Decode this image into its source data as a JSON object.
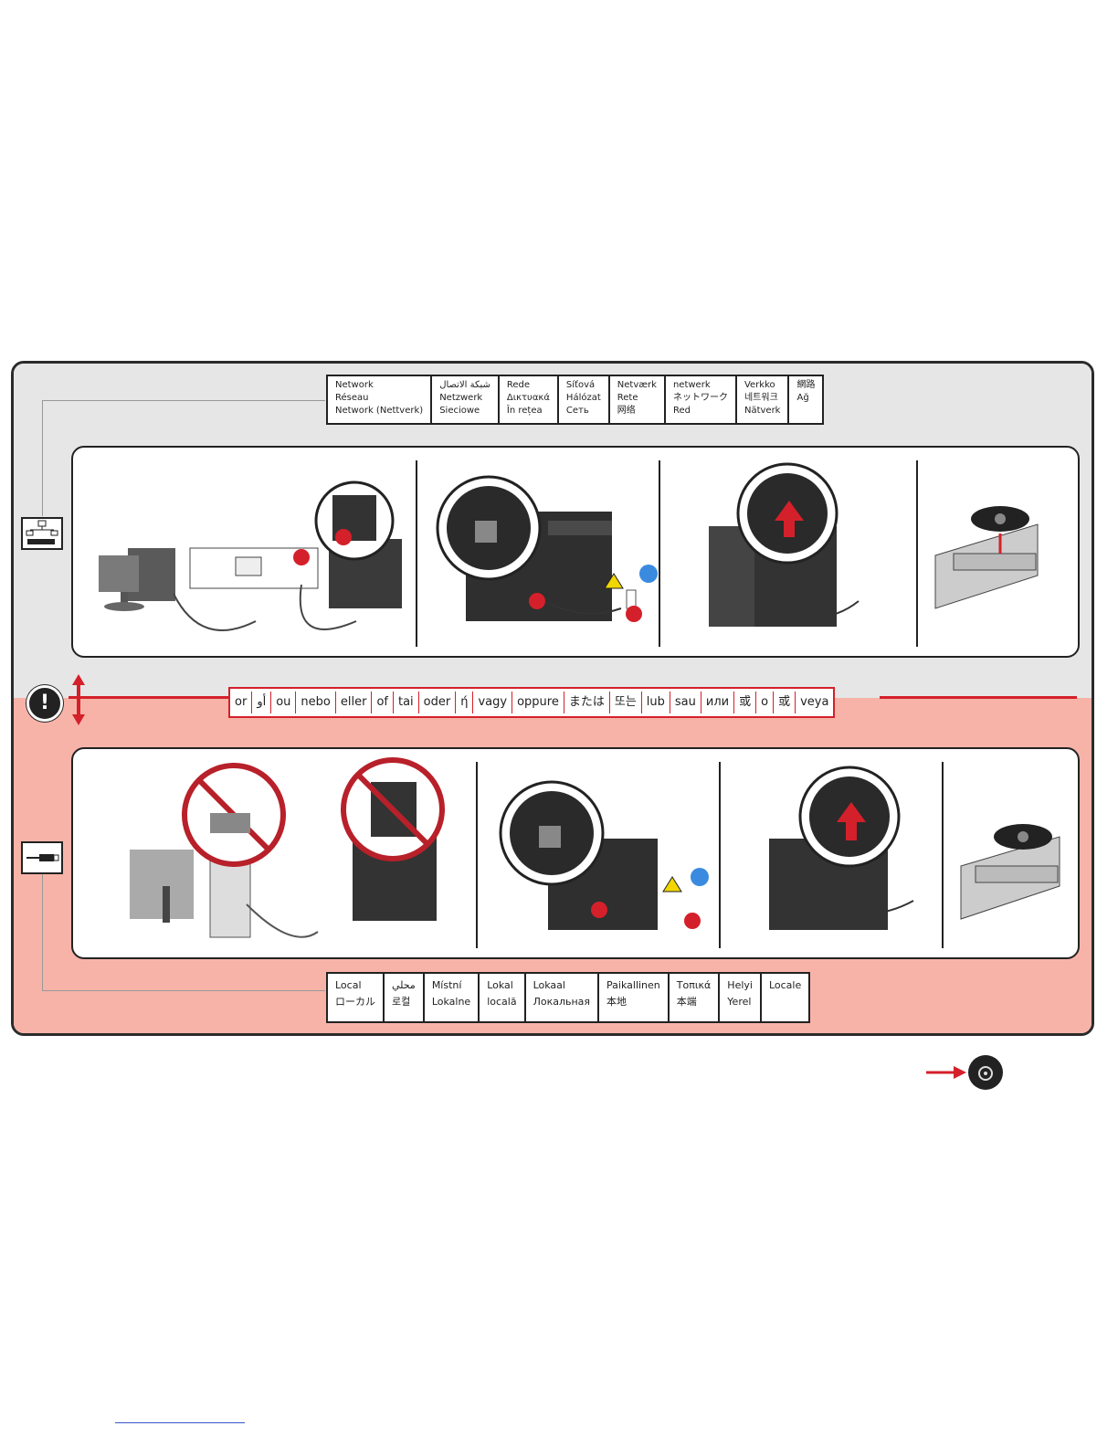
{
  "network_labels": [
    [
      "Network",
      "Réseau",
      "Network (Nettverk)"
    ],
    [
      "شبكة الاتصال",
      "Netzwerk",
      "Sieciowe"
    ],
    [
      "Rede",
      "Δικτυακά",
      "În rețea"
    ],
    [
      "Síťová",
      "Hálózat",
      "Сеть"
    ],
    [
      "Netværk",
      "Rete",
      "网络"
    ],
    [
      "netwerk",
      "ネットワーク",
      "Red"
    ],
    [
      "Verkko",
      "네트워크",
      "Nätverk"
    ],
    [
      "網路",
      "Ağ"
    ]
  ],
  "or_words": [
    "or",
    "أو",
    "ou",
    "nebo",
    "eller",
    "of",
    "tai",
    "oder",
    "ή",
    "vagy",
    "oppure",
    "または",
    "또는",
    "lub",
    "sau",
    "или",
    "或",
    "o",
    "或",
    "veya"
  ],
  "local_labels": [
    [
      "Local",
      "ローカル"
    ],
    [
      "محلي",
      "로컬"
    ],
    [
      "Místní",
      "Lokalne"
    ],
    [
      "Lokal",
      "locală"
    ],
    [
      "Lokaal",
      "Локальная"
    ],
    [
      "Paikallinen",
      "本地"
    ],
    [
      "Τοπικά",
      "本端"
    ],
    [
      "Helyi",
      "Yerel"
    ],
    [
      "Locale"
    ]
  ],
  "colors": {
    "accent_red": "#d4202a",
    "network_bg": "#e6e6e6",
    "usb_bg": "#f7b3a8"
  },
  "icons": {
    "network": "network-icon",
    "usb": "usb-icon",
    "warning": "exclamation-icon",
    "cd": "cd-icon"
  }
}
